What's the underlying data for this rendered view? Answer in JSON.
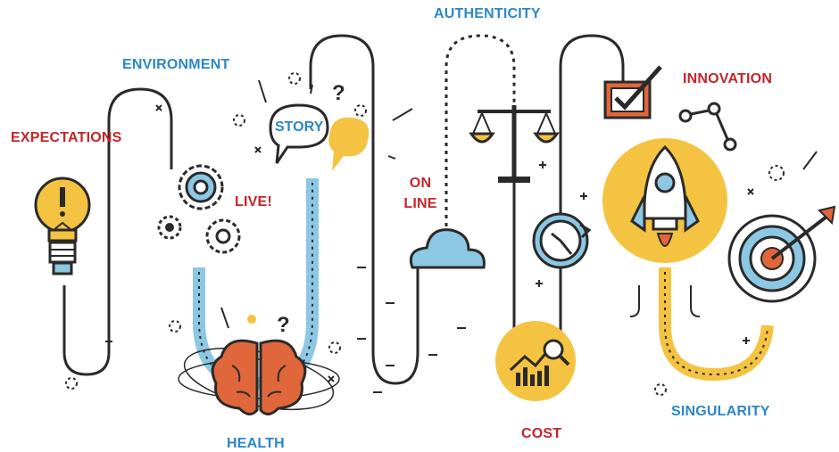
{
  "labels": {
    "expectations": "EXPECTATIONS",
    "environment": "ENVIRONMENT",
    "authenticity": "AUTHENTICITY",
    "innovation": "INNOVATION",
    "live": "LIVE!",
    "story": "STORY",
    "online_line1": "ON",
    "online_line2": "LINE",
    "health": "HEALTH",
    "cost": "COST",
    "singularity": "SINGULARITY"
  },
  "colors": {
    "red_label": "#c1262b",
    "blue_label": "#2b87c7",
    "line": "#2a2a2a",
    "yellow": "#f4c342",
    "light_blue": "#8cc8e3",
    "orange": "#e0673b"
  },
  "icons": [
    "lightbulb-icon",
    "gears-icon",
    "speech-bubble-icon",
    "brain-icon",
    "balance-scale-icon",
    "cloud-icon",
    "clock-icon",
    "checkbox-icon",
    "rocket-icon",
    "target-icon",
    "chart-magnifier-icon",
    "node-graph-icon"
  ]
}
